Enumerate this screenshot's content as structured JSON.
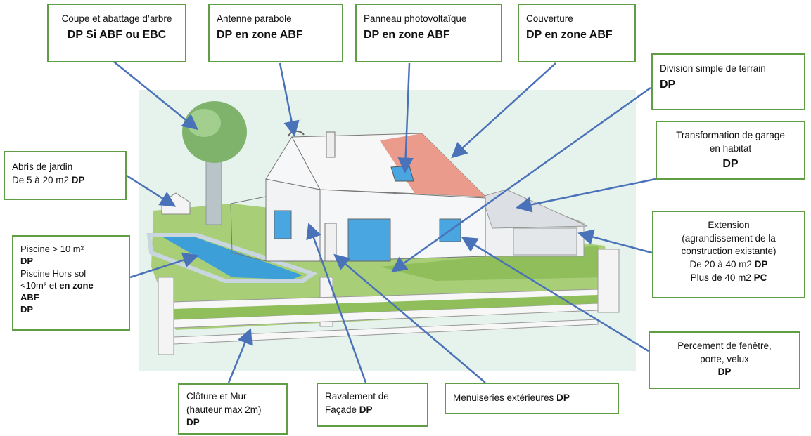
{
  "colors": {
    "box_border": "#5f9e44",
    "arrow": "#4a72b8",
    "grass": "#8fbe5a",
    "roof": "#e98a7a",
    "pool": "#3d9fd8"
  },
  "labels": {
    "coupe": {
      "line1": "Coupe et abattage d’arbre",
      "line2": "DP Si ABF ou EBC"
    },
    "antenne": {
      "line1": "Antenne parabole",
      "line2": "DP en zone ABF"
    },
    "panneau": {
      "line1": "Panneau photovoltaïque",
      "line2": "DP en zone ABF"
    },
    "couverture": {
      "line1": "Couverture",
      "line2": "DP en zone ABF"
    },
    "division": {
      "line1": "Division simple de terrain",
      "line2": "DP"
    },
    "garage": {
      "line1": "Transformation de garage",
      "line2": "en habitat",
      "line3": "DP"
    },
    "abris": {
      "line1": "Abris de jardin",
      "line2": "De 5 à 20 m2 ",
      "bold": "DP"
    },
    "piscine": {
      "l1": "Piscine > 10 m²",
      "l2": "DP",
      "l3": "Piscine Hors sol",
      "l4a": "<10m² et ",
      "l4b": "en zone",
      "l5": "ABF",
      "l6": "DP"
    },
    "extension": {
      "l1": "Extension",
      "l2": "(agrandissement de la",
      "l3": "construction existante)",
      "l4a": "De 20 à 40 m2 ",
      "l4b": "DP",
      "l5a": "Plus de 40 m2 ",
      "l5b": "PC"
    },
    "percement": {
      "l1": "Percement de fenêtre,",
      "l2": "porte, velux",
      "l3": "DP"
    },
    "cloture": {
      "l1": "Clôture et Mur",
      "l2": "(hauteur max 2m)",
      "l3": "DP"
    },
    "ravalement": {
      "l1": "Ravalement de",
      "l2a": "Façade ",
      "l2b": "DP"
    },
    "menuiseries": {
      "l1": "Menuiseries extérieures ",
      "l1b": "DP"
    }
  }
}
